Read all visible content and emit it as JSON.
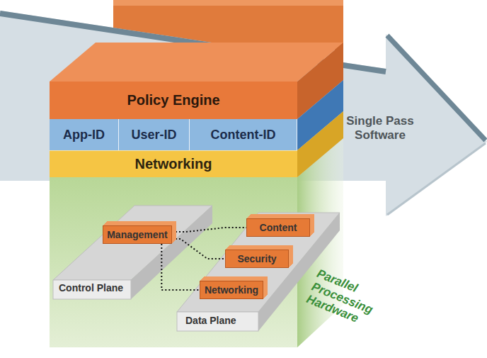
{
  "diagram": {
    "nodes": [
      {
        "text": [
          "Single Pass Software"
        ]
      },
      {
        "text": [
          "Policy Engine"
        ]
      },
      {
        "text": [
          "App-ID"
        ]
      },
      {
        "text": [
          "User-ID"
        ]
      },
      {
        "text": [
          "Content-ID"
        ]
      },
      {
        "text": [
          "Networking"
        ]
      },
      {
        "text": [
          "Control Plane"
        ]
      },
      {
        "text": [
          "Management"
        ],
        "in": 6
      },
      {
        "text": [
          "Data Plane"
        ]
      },
      {
        "text": [
          "Content"
        ],
        "in": 8
      },
      {
        "text": [
          "Security"
        ],
        "in": 8
      },
      {
        "text": [
          "Networking"
        ],
        "in": 8
      }
    ],
    "edges": [
      {
        "from": 7,
        "to": 9,
        "arrow": "none"
      },
      {
        "from": 7,
        "to": 10,
        "arrow": "none"
      },
      {
        "from": 7,
        "to": 11,
        "arrow": "none"
      }
    ],
    "labels": [
      "Parallel Processing Hardware"
    ]
  }
}
